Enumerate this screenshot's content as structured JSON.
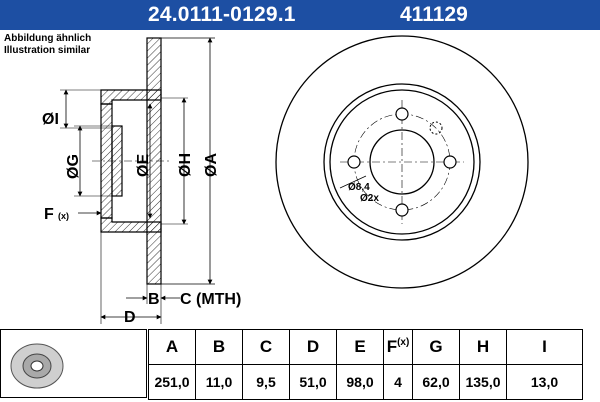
{
  "header": {
    "part_number": "24.0111-0129.1",
    "ate_number": "411129"
  },
  "notes": {
    "line1": "Abbildung ähnlich",
    "line2": "Illustration similar"
  },
  "drawing_labels": {
    "i": "ØI",
    "g": "ØG",
    "e": "ØE",
    "h": "ØH",
    "a": "ØA",
    "f": "F",
    "f_sub": "(x)",
    "b": "B",
    "c": "C (MTH)",
    "d": "D",
    "bolt_hole": "Ø8,4",
    "bolt_count": "Ø2x"
  },
  "table": {
    "headers": [
      "A",
      "B",
      "C",
      "D",
      "E",
      "F",
      "G",
      "H",
      "I"
    ],
    "f_sub": "(x)",
    "values": [
      "251,0",
      "11,0",
      "9,5",
      "51,0",
      "98,0",
      "4",
      "62,0",
      "135,0",
      "13,0"
    ]
  }
}
